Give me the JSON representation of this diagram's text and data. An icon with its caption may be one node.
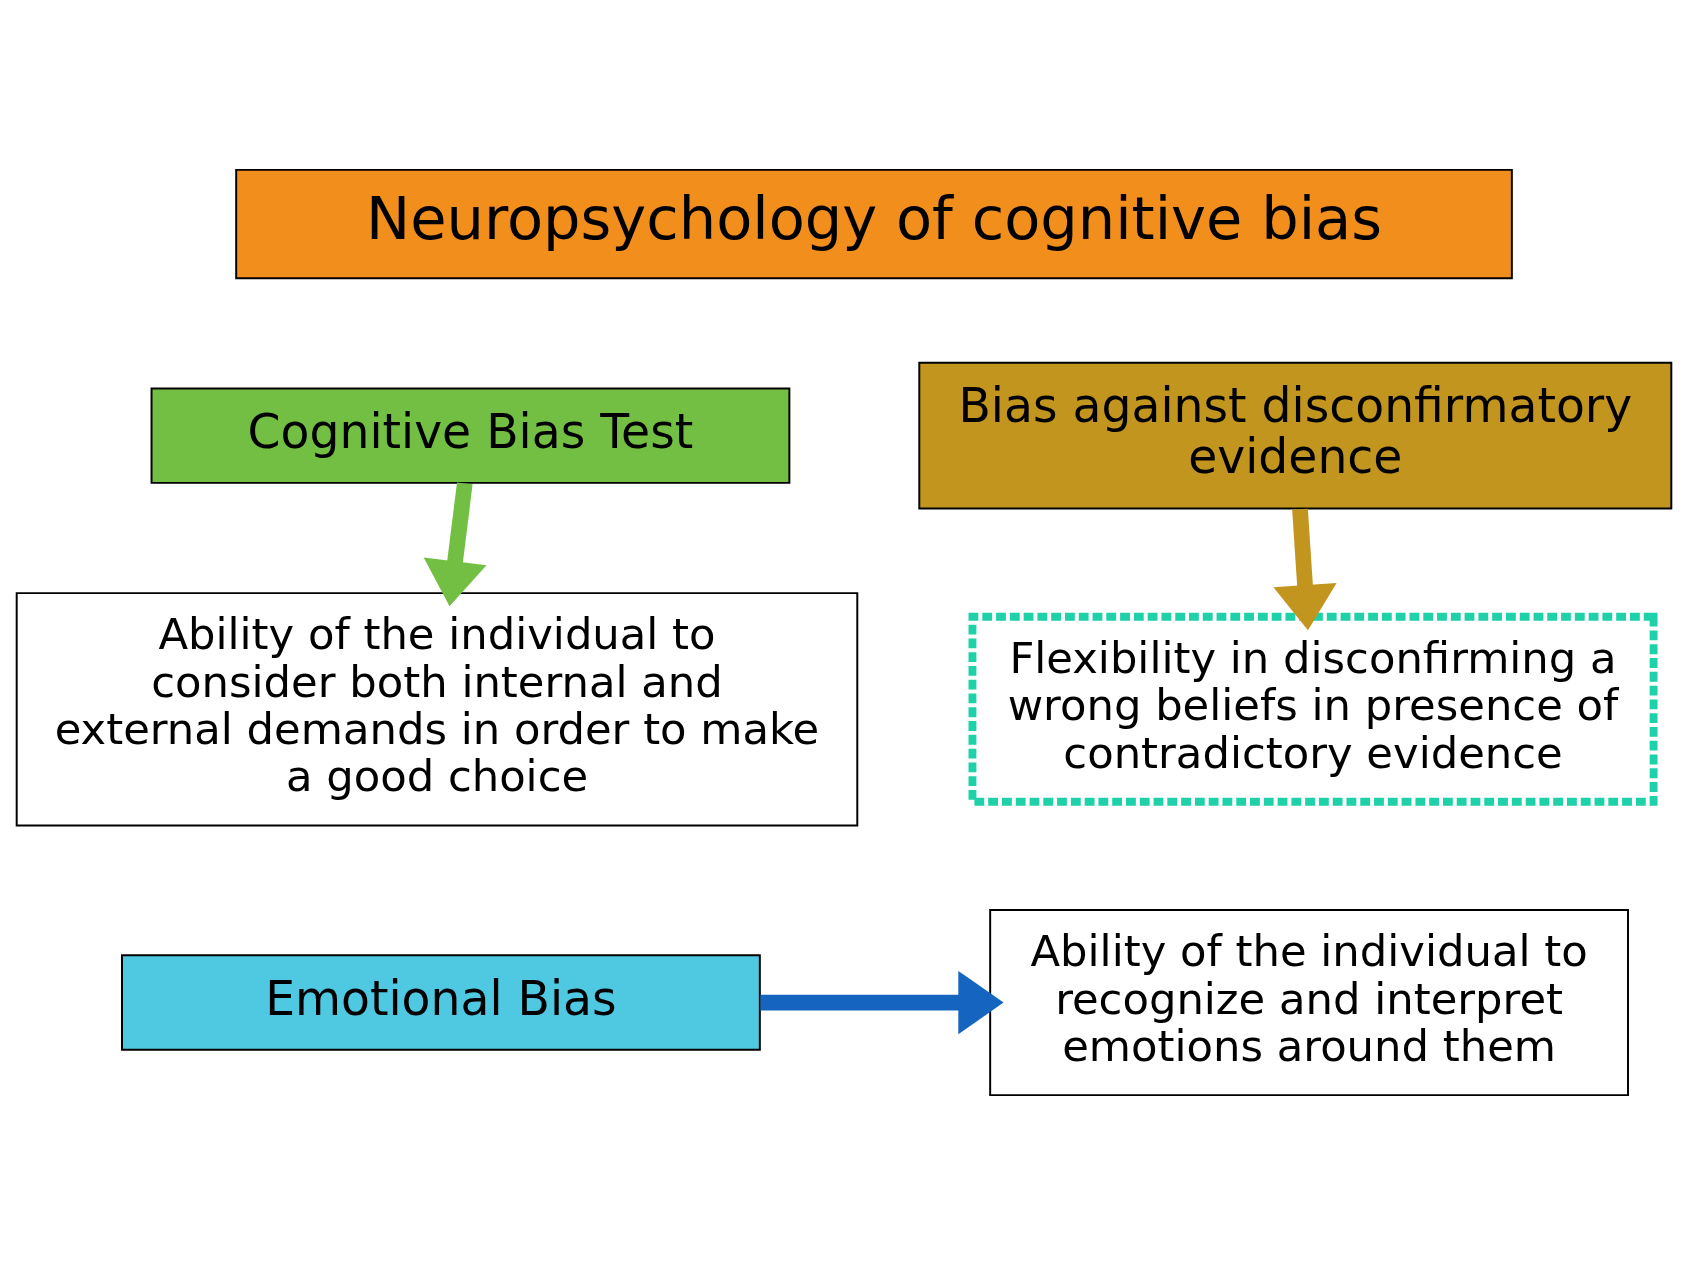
{
  "diagram": {
    "nodes": [
      {
        "text": [
          "Neuropsychology of cognitive bias"
        ]
      },
      {
        "text": [
          "Cognitive Bias Test"
        ]
      },
      {
        "text": [
          "Bias against disconfirmatory evidence"
        ]
      },
      {
        "text": [
          "Ability of the individual to consider both internal and external demands in order to make a good choice"
        ]
      },
      {
        "text": [
          "Flexibility in disconfirming a wrong beliefs in presence of contradictory evidence"
        ]
      },
      {
        "text": [
          "Emotional Bias"
        ]
      },
      {
        "text": [
          "Ability of the individual to recognize and interpret emotions around them"
        ]
      }
    ],
    "edges": [
      {
        "from": 1,
        "to": 3,
        "arrow": "to",
        "color": "#72bf44"
      },
      {
        "from": 2,
        "to": 4,
        "arrow": "to",
        "color": "#c2961e"
      },
      {
        "from": 5,
        "to": 6,
        "arrow": "to",
        "color": "#1565c0"
      }
    ]
  }
}
